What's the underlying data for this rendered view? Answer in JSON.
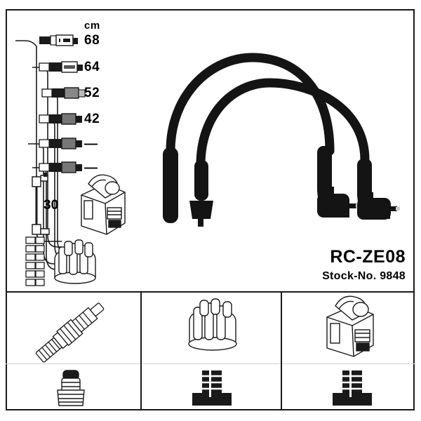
{
  "product": {
    "code": "RC-ZE08",
    "stock_label": "Stock-No. 9848"
  },
  "units": {
    "header": "cm"
  },
  "cable_table": {
    "rows": [
      {
        "length": "68",
        "type": "straight-connector-lead"
      },
      {
        "length": "64",
        "type": "straight-connector-lead"
      },
      {
        "length": "52",
        "type": "straight-connector-lead"
      },
      {
        "length": "42",
        "type": "straight-connector-lead"
      },
      {
        "length": "—",
        "type": "straight-connector-lead"
      },
      {
        "length": "—",
        "type": "straight-connector-lead"
      }
    ],
    "coil_lead": {
      "length": "30",
      "type": "right-angle-both-ends"
    }
  },
  "parts_legend": {
    "cells": [
      {
        "component": "spark-plug",
        "boot": "straight-boot"
      },
      {
        "component": "distributor-cap",
        "boot": "angled-terminal-boot"
      },
      {
        "component": "ignition-coil",
        "boot": "angled-terminal-boot"
      }
    ]
  },
  "illustration": {
    "cable_count": 2,
    "left_boots": "straight",
    "right_boots": "right-angle"
  },
  "colors": {
    "line": "#1a1a1a",
    "cable": "#141414",
    "background": "#ffffff",
    "divider": "#d2d2d2"
  }
}
